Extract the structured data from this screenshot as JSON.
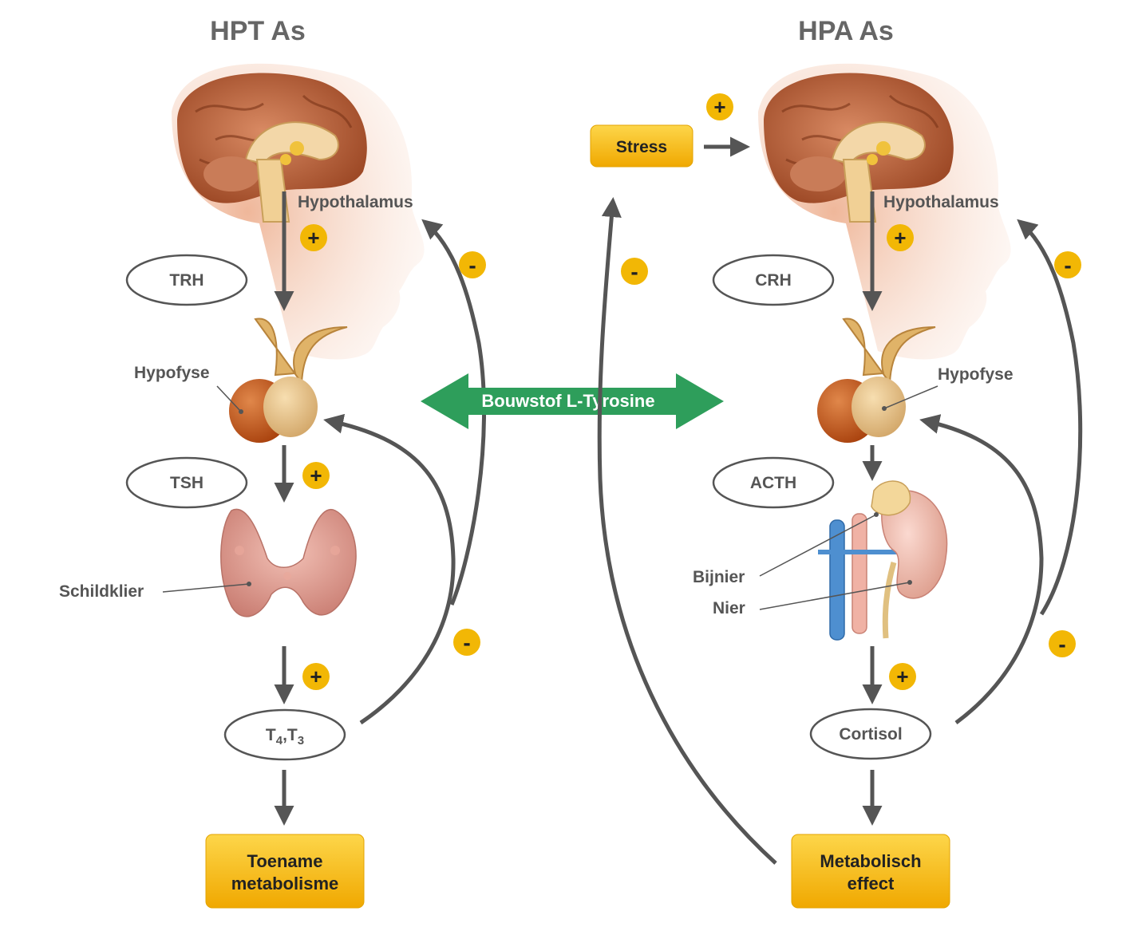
{
  "hpt": {
    "title": "HPT As",
    "hypothalamus": "Hypothalamus",
    "hormone1": "TRH",
    "hypofyse": "Hypofyse",
    "hormone2": "TSH",
    "gland": "Schildklier",
    "output_main": "T",
    "output_sub1": "4",
    "output_sep": ",T",
    "output_sub2": "3",
    "result_line1": "Toename",
    "result_line2": "metabolisme"
  },
  "hpa": {
    "title": "HPA As",
    "stress": "Stress",
    "hypothalamus": "Hypothalamus",
    "hormone1": "CRH",
    "hypofyse": "Hypofyse",
    "hormone2": "ACTH",
    "gland": "Bijnier",
    "kidney": "Nier",
    "output": "Cortisol",
    "result_line1": "Metabolisch",
    "result_line2": "effect"
  },
  "center": {
    "label": "Bouwstof L-Tyrosine"
  },
  "signs": {
    "plus": "+",
    "minus": "-"
  },
  "colors": {
    "arrow": "#555555",
    "badge": "#f2b705",
    "center_arrow": "#2e9e5b",
    "box_top": "#fdd64a",
    "box_bottom": "#f0a800"
  }
}
